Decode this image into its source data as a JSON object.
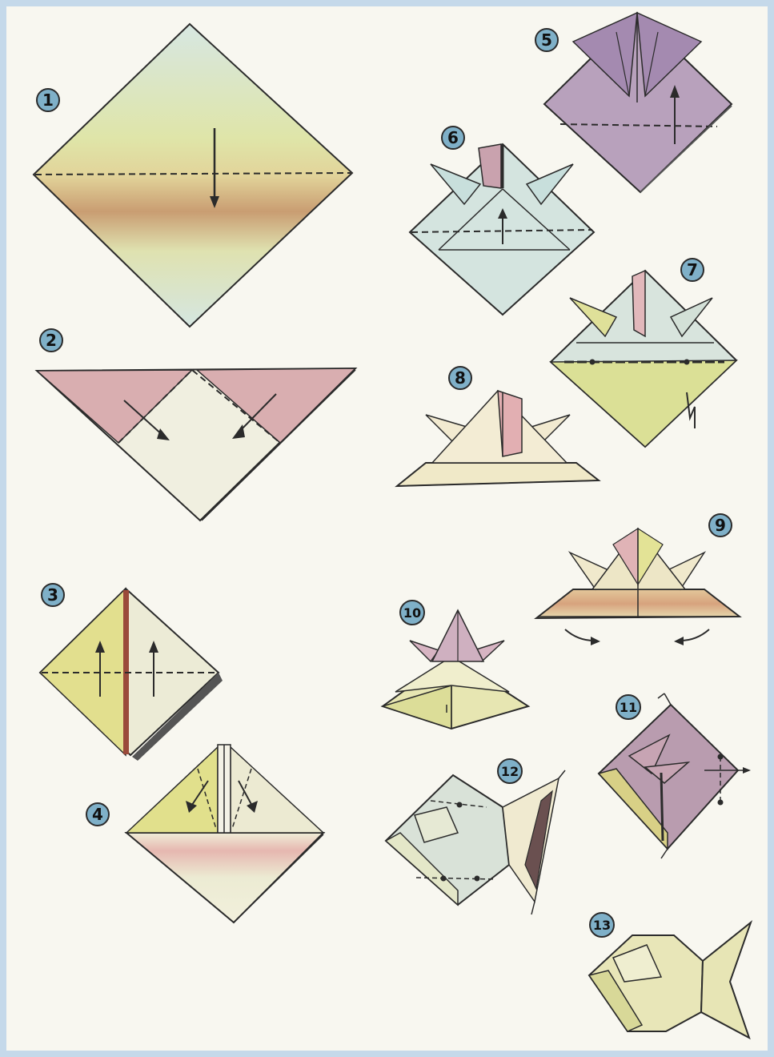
{
  "diagram": {
    "steps": [
      {
        "number": "1"
      },
      {
        "number": "2"
      },
      {
        "number": "3"
      },
      {
        "number": "4"
      },
      {
        "number": "5"
      },
      {
        "number": "6"
      },
      {
        "number": "7"
      },
      {
        "number": "8"
      },
      {
        "number": "9"
      },
      {
        "number": "10"
      },
      {
        "number": "11"
      },
      {
        "number": "12"
      },
      {
        "number": "13"
      }
    ]
  },
  "colors": {
    "background": "#c5d9ea",
    "paper": "#f8f7f0",
    "badge_fill": "#7fb0c8",
    "outline": "#2b2b2b",
    "light_blue": "#d6e6df",
    "yellow_green": "#dfe39a",
    "pink": "#d9a7a8",
    "orange_brown": "#c8a070",
    "purple": "#b59cb5",
    "cream": "#f0ecd6",
    "pale_yellow": "#e9e8b8"
  }
}
